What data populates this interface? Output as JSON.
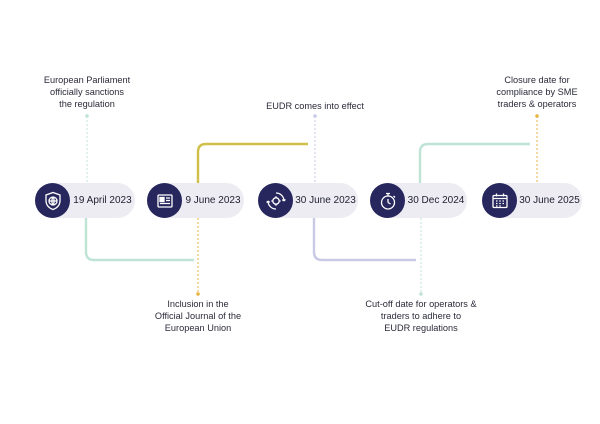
{
  "colors": {
    "icon_bg": "#27275e",
    "pill_bg": "#ececf2",
    "mint": "#bfe3d5",
    "olive": "#cfc04a",
    "lavender": "#c9cbe6",
    "gold": "#e6b640"
  },
  "milestones": [
    {
      "date": "19 April 2023",
      "icon": "shield-globe-icon",
      "description": "European Parliament\nofficially sanctions\nthe regulation"
    },
    {
      "date": "9 June 2023",
      "icon": "newspaper-icon",
      "description": "Inclusion in the\nOfficial Journal of the\nEuropean Union"
    },
    {
      "date": "30 June 2023",
      "icon": "gear-cycle-icon",
      "description": "EUDR comes into effect"
    },
    {
      "date": "30 Dec 2024",
      "icon": "stopwatch-icon",
      "description": "Cut-off date for operators &\ntraders to adhere to\nEUDR regulations"
    },
    {
      "date": "30 June 2025",
      "icon": "calendar-icon",
      "description": "Closure date for\ncompliance by SME\ntraders & operators"
    }
  ]
}
